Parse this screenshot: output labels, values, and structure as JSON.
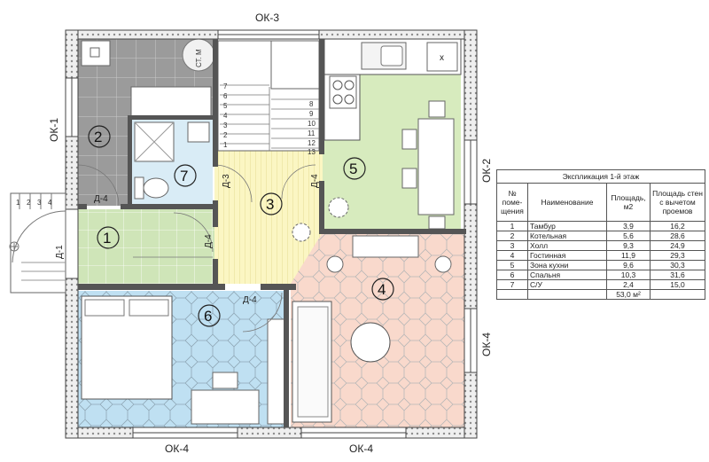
{
  "windows": {
    "top": "ОК-3",
    "left": "ОК-1",
    "right_upper": "ОК-2",
    "right_lower": "ОК-4",
    "bottom_left": "ОК-4",
    "bottom_right": "ОК-4"
  },
  "doors": {
    "entrance": "Д-1",
    "boiler": "Д-4",
    "vestibule": "Д-4",
    "bathroom": "Д-3",
    "kitchen": "Д-4",
    "bedroom": "Д-4"
  },
  "rooms": [
    {
      "id": "1"
    },
    {
      "id": "2"
    },
    {
      "id": "3"
    },
    {
      "id": "4"
    },
    {
      "id": "5"
    },
    {
      "id": "6"
    },
    {
      "id": "7"
    }
  ],
  "fixtures": {
    "boiler_label": "СТ. М",
    "stove_mark": "x"
  },
  "stairs": {
    "left_steps": [
      "7",
      "6",
      "5",
      "4",
      "3",
      "2",
      "1"
    ],
    "right_steps": [
      "8",
      "9",
      "10",
      "11",
      "12",
      "13"
    ],
    "porch_steps": [
      "1",
      "2",
      "3",
      "4"
    ]
  },
  "explication": {
    "title": "Экспликация 1-й этаж",
    "headers": [
      "№ поме- щения",
      "Наименование",
      "Площадь, м2",
      "Площадь стен с вычетом проемов"
    ],
    "rows": [
      {
        "n": "1",
        "name": "Тамбур",
        "area": "3,9",
        "walls": "16,2"
      },
      {
        "n": "2",
        "name": "Котельная",
        "area": "5,6",
        "walls": "28,6"
      },
      {
        "n": "3",
        "name": "Холл",
        "area": "9,3",
        "walls": "24,9"
      },
      {
        "n": "4",
        "name": "Гостинная",
        "area": "11,9",
        "walls": "29,3"
      },
      {
        "n": "5",
        "name": "Зона кухни",
        "area": "9,6",
        "walls": "30,3"
      },
      {
        "n": "6",
        "name": "Спальня",
        "area": "10,3",
        "walls": "31,6"
      },
      {
        "n": "7",
        "name": "С/У",
        "area": "2,4",
        "walls": "15,0"
      }
    ],
    "total": "53,0 м²"
  }
}
